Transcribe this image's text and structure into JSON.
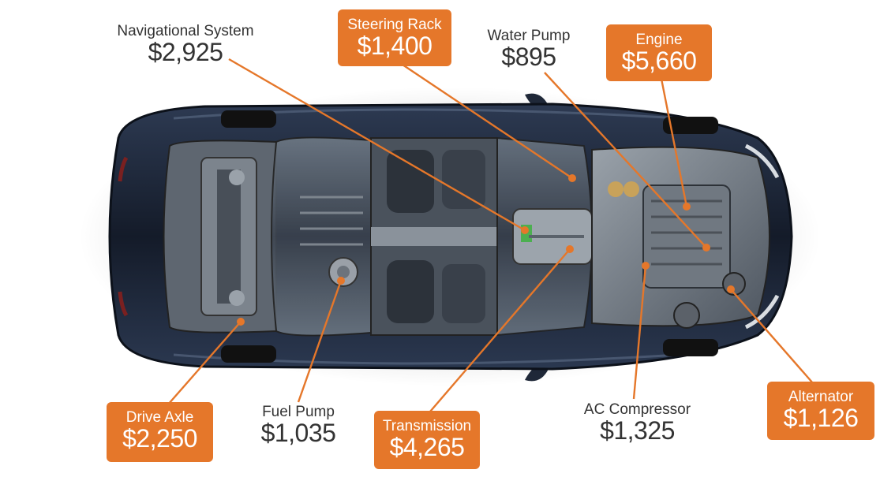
{
  "parts": {
    "navigational_system": {
      "name": "Navigational System",
      "price": "$2,925"
    },
    "steering_rack": {
      "name": "Steering Rack",
      "price": "$1,400"
    },
    "water_pump": {
      "name": "Water Pump",
      "price": "$895"
    },
    "engine": {
      "name": "Engine",
      "price": "$5,660"
    },
    "drive_axle": {
      "name": "Drive Axle",
      "price": "$2,250"
    },
    "fuel_pump": {
      "name": "Fuel Pump",
      "price": "$1,035"
    },
    "transmission": {
      "name": "Transmission",
      "price": "$4,265"
    },
    "ac_compressor": {
      "name": "AC Compressor",
      "price": "$1,325"
    },
    "alternator": {
      "name": "Alternator",
      "price": "$1,126"
    }
  },
  "colors": {
    "accent": "#e5772a",
    "car_body": "#1b2233",
    "label_text": "#333333"
  }
}
